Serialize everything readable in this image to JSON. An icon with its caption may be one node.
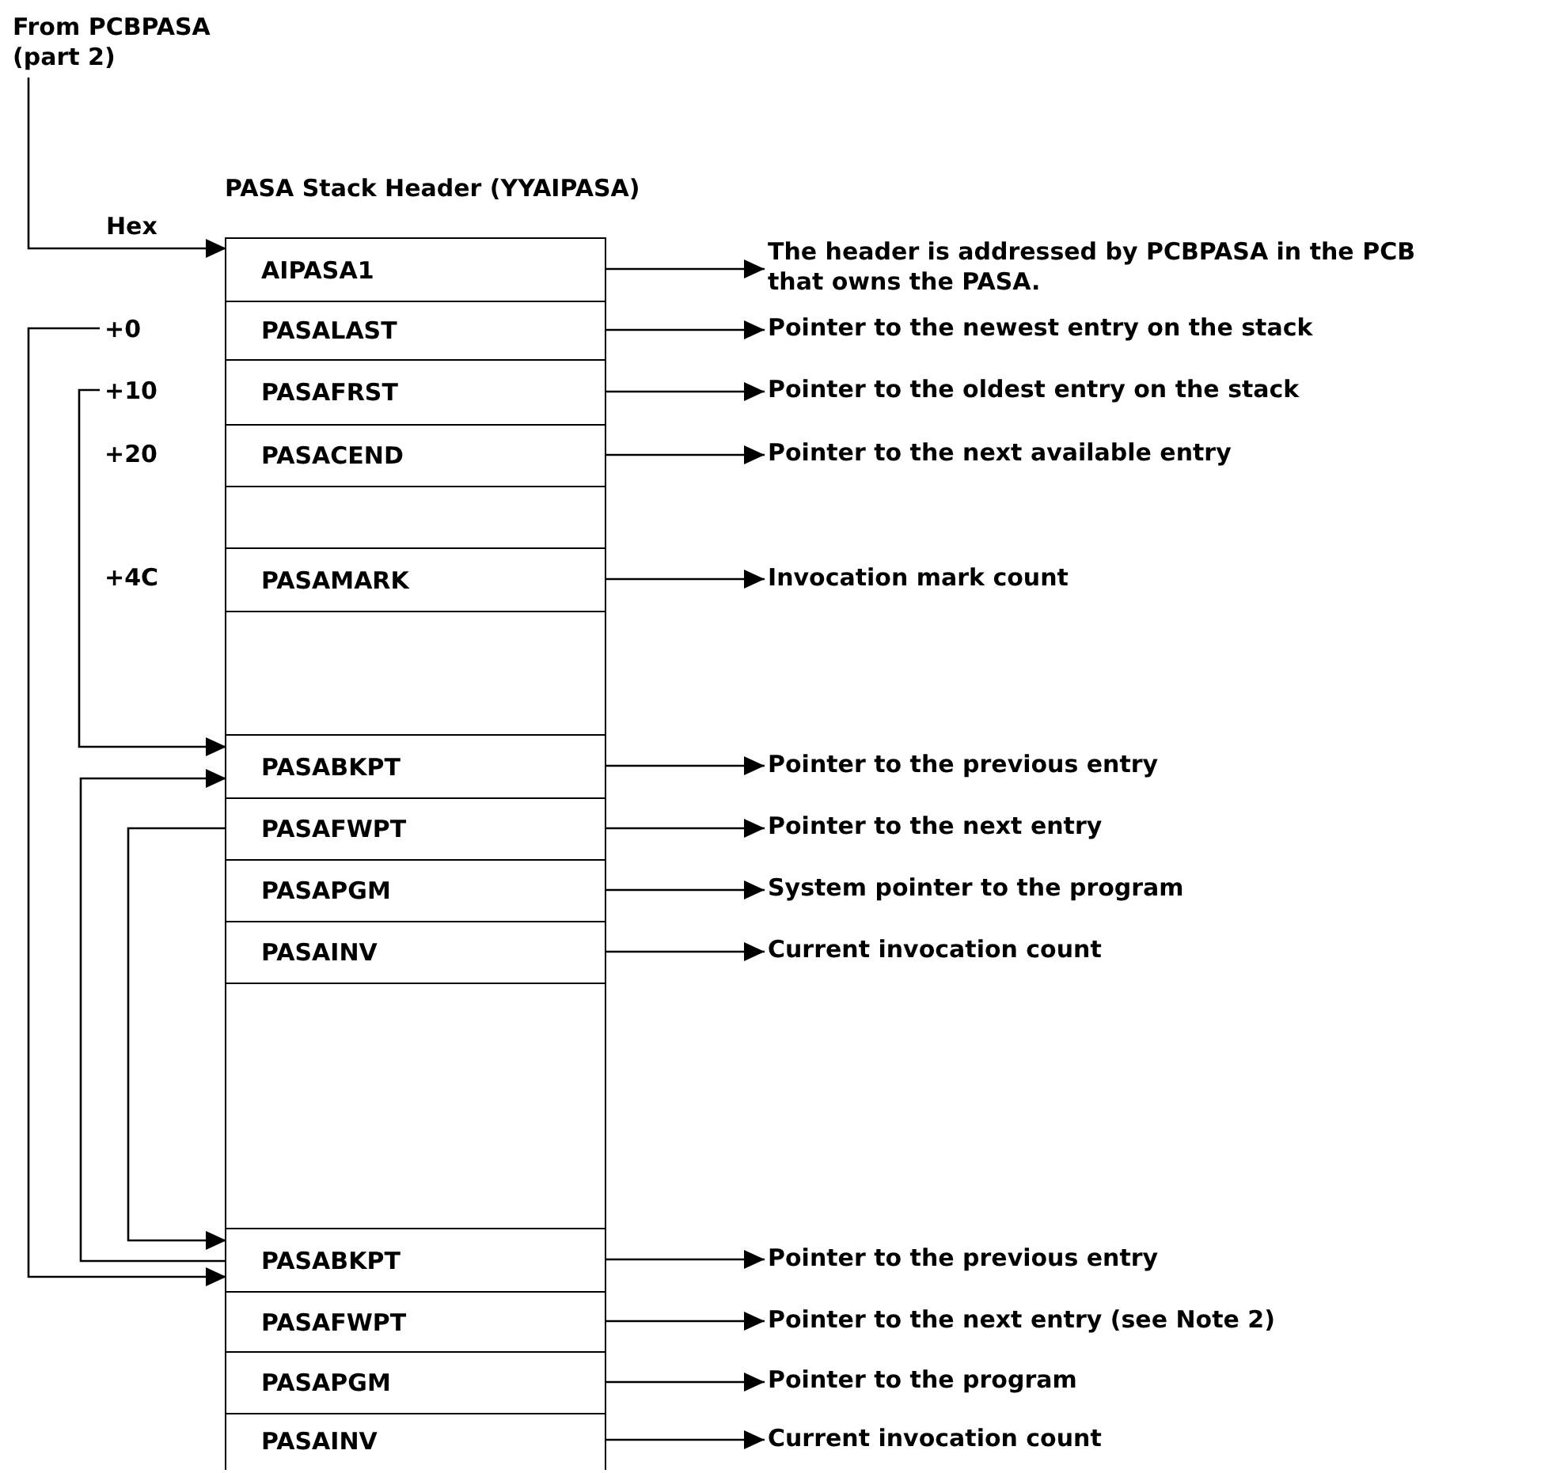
{
  "diagram": {
    "nodes": [
      {
        "text": [
          "From PCBPASA (part 2)"
        ]
      },
      {
        "text": [
          "PASA Stack Header (YYAIPASA)"
        ]
      },
      {
        "text": [
          "AIPASA1"
        ],
        "in": 1
      },
      {
        "text": [
          "PASALAST"
        ],
        "in": 1,
        "beside": [
          "+0"
        ]
      },
      {
        "text": [
          "PASAFRST"
        ],
        "in": 1,
        "beside": [
          "+10"
        ]
      },
      {
        "text": [
          "PASACEND"
        ],
        "in": 1,
        "beside": [
          "+20"
        ]
      },
      {
        "text": [],
        "shape": "box",
        "in": 1
      },
      {
        "text": [
          "PASAMARK"
        ],
        "in": 1,
        "beside": [
          "+4C"
        ]
      },
      {
        "text": [],
        "shape": "box",
        "in": 1
      },
      {
        "text": [
          "PASABKPT"
        ],
        "in": 1
      },
      {
        "text": [
          "PASAFWPT"
        ],
        "in": 1
      },
      {
        "text": [
          "PASAPGM"
        ],
        "in": 1
      },
      {
        "text": [
          "PASAINV"
        ],
        "in": 1
      },
      {
        "text": [],
        "shape": "box",
        "in": 1
      },
      {
        "text": [
          "PASABKPT"
        ],
        "in": 1
      },
      {
        "text": [
          "PASAFWPT"
        ],
        "in": 1
      },
      {
        "text": [
          "PASAPGM"
        ],
        "in": 1
      },
      {
        "text": [
          "PASAINV"
        ],
        "in": 1
      },
      {
        "text": [
          "The header is addressed by PCBPASA in the PCB that owns the PASA."
        ]
      },
      {
        "text": [
          "Pointer to the newest entry on the stack"
        ]
      },
      {
        "text": [
          "Pointer to the oldest entry on the stack"
        ]
      },
      {
        "text": [
          "Pointer to the next available entry"
        ]
      },
      {
        "text": [
          "Invocation mark count"
        ]
      },
      {
        "text": [
          "Pointer to the previous entry"
        ]
      },
      {
        "text": [
          "Pointer to the next entry"
        ]
      },
      {
        "text": [
          "System pointer to the program"
        ]
      },
      {
        "text": [
          "Current invocation count"
        ]
      },
      {
        "text": [
          "Pointer to the previous entry"
        ]
      },
      {
        "text": [
          "Pointer to the next entry (see Note 2)"
        ]
      },
      {
        "text": [
          "Pointer to the program"
        ]
      },
      {
        "text": [
          "Current invocation count"
        ]
      }
    ],
    "edges": [
      {
        "from": 0,
        "to": 2,
        "arrow": "to"
      },
      {
        "from": 3,
        "to": 14,
        "arrow": "to"
      },
      {
        "from": 4,
        "to": 9,
        "arrow": "to"
      },
      {
        "from": 14,
        "to": 9,
        "arrow": "to"
      },
      {
        "from": 10,
        "to": 14,
        "arrow": "to"
      },
      {
        "from": 2,
        "to": 18,
        "arrow": "to"
      },
      {
        "from": 3,
        "to": 19,
        "arrow": "to"
      },
      {
        "from": 4,
        "to": 20,
        "arrow": "to"
      },
      {
        "from": 5,
        "to": 21,
        "arrow": "to"
      },
      {
        "from": 7,
        "to": 22,
        "arrow": "to"
      },
      {
        "from": 9,
        "to": 23,
        "arrow": "to"
      },
      {
        "from": 10,
        "to": 24,
        "arrow": "to"
      },
      {
        "from": 11,
        "to": 25,
        "arrow": "to"
      },
      {
        "from": 12,
        "to": 26,
        "arrow": "to"
      },
      {
        "from": 14,
        "to": 27,
        "arrow": "to"
      },
      {
        "from": 15,
        "to": 28,
        "arrow": "to"
      },
      {
        "from": 16,
        "to": 29,
        "arrow": "to"
      },
      {
        "from": 17,
        "to": 30,
        "arrow": "to"
      }
    ],
    "labels": [
      "Hex"
    ]
  }
}
